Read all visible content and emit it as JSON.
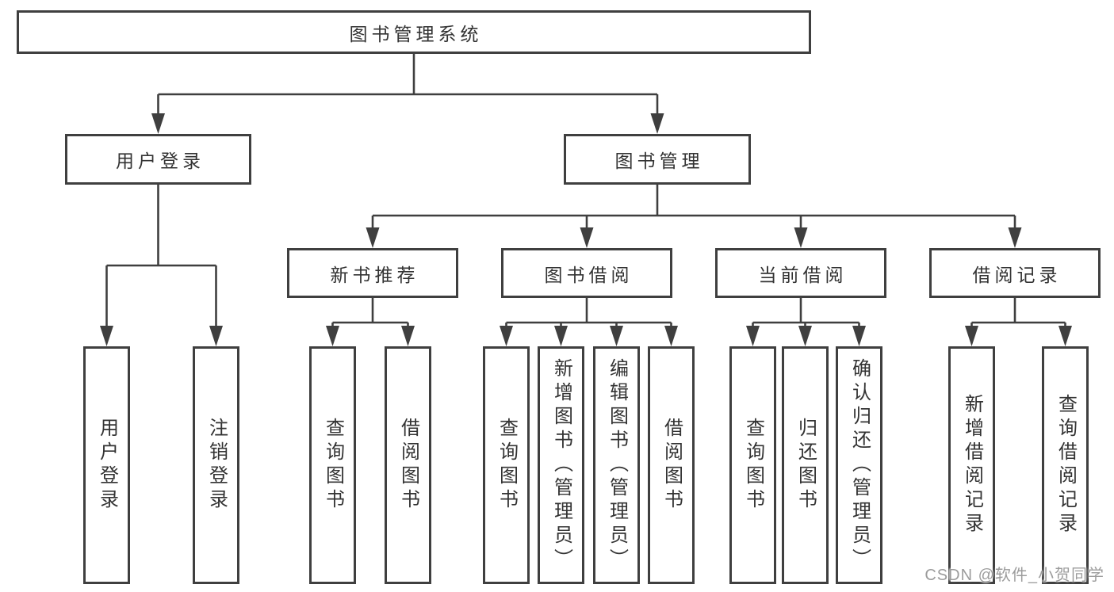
{
  "diagram": {
    "type": "hierarchy-tree",
    "root": {
      "label": "图书管理系统"
    },
    "branches": [
      {
        "label": "用户登录",
        "children": [
          {
            "label": "用户登录"
          },
          {
            "label": "注销登录"
          }
        ]
      },
      {
        "label": "图书管理",
        "children": [
          {
            "label": "新书推荐",
            "children": [
              {
                "label": "查询图书"
              },
              {
                "label": "借阅图书"
              }
            ]
          },
          {
            "label": "图书借阅",
            "children": [
              {
                "label": "查询图书"
              },
              {
                "label": "新增图书（管理员）"
              },
              {
                "label": "编辑图书（管理员）"
              },
              {
                "label": "借阅图书"
              }
            ]
          },
          {
            "label": "当前借阅",
            "children": [
              {
                "label": "查询图书"
              },
              {
                "label": "归还图书"
              },
              {
                "label": "确认归还（管理员）"
              }
            ]
          },
          {
            "label": "借阅记录",
            "children": [
              {
                "label": "新增借阅记录"
              },
              {
                "label": "查询借阅记录"
              }
            ]
          }
        ]
      }
    ],
    "watermark": "CSDN @软件_小贺同学",
    "colors": {
      "line": "#3f3f3f",
      "text": "#333333",
      "watermark": "#9c9c9c",
      "background": "#ffffff"
    }
  }
}
